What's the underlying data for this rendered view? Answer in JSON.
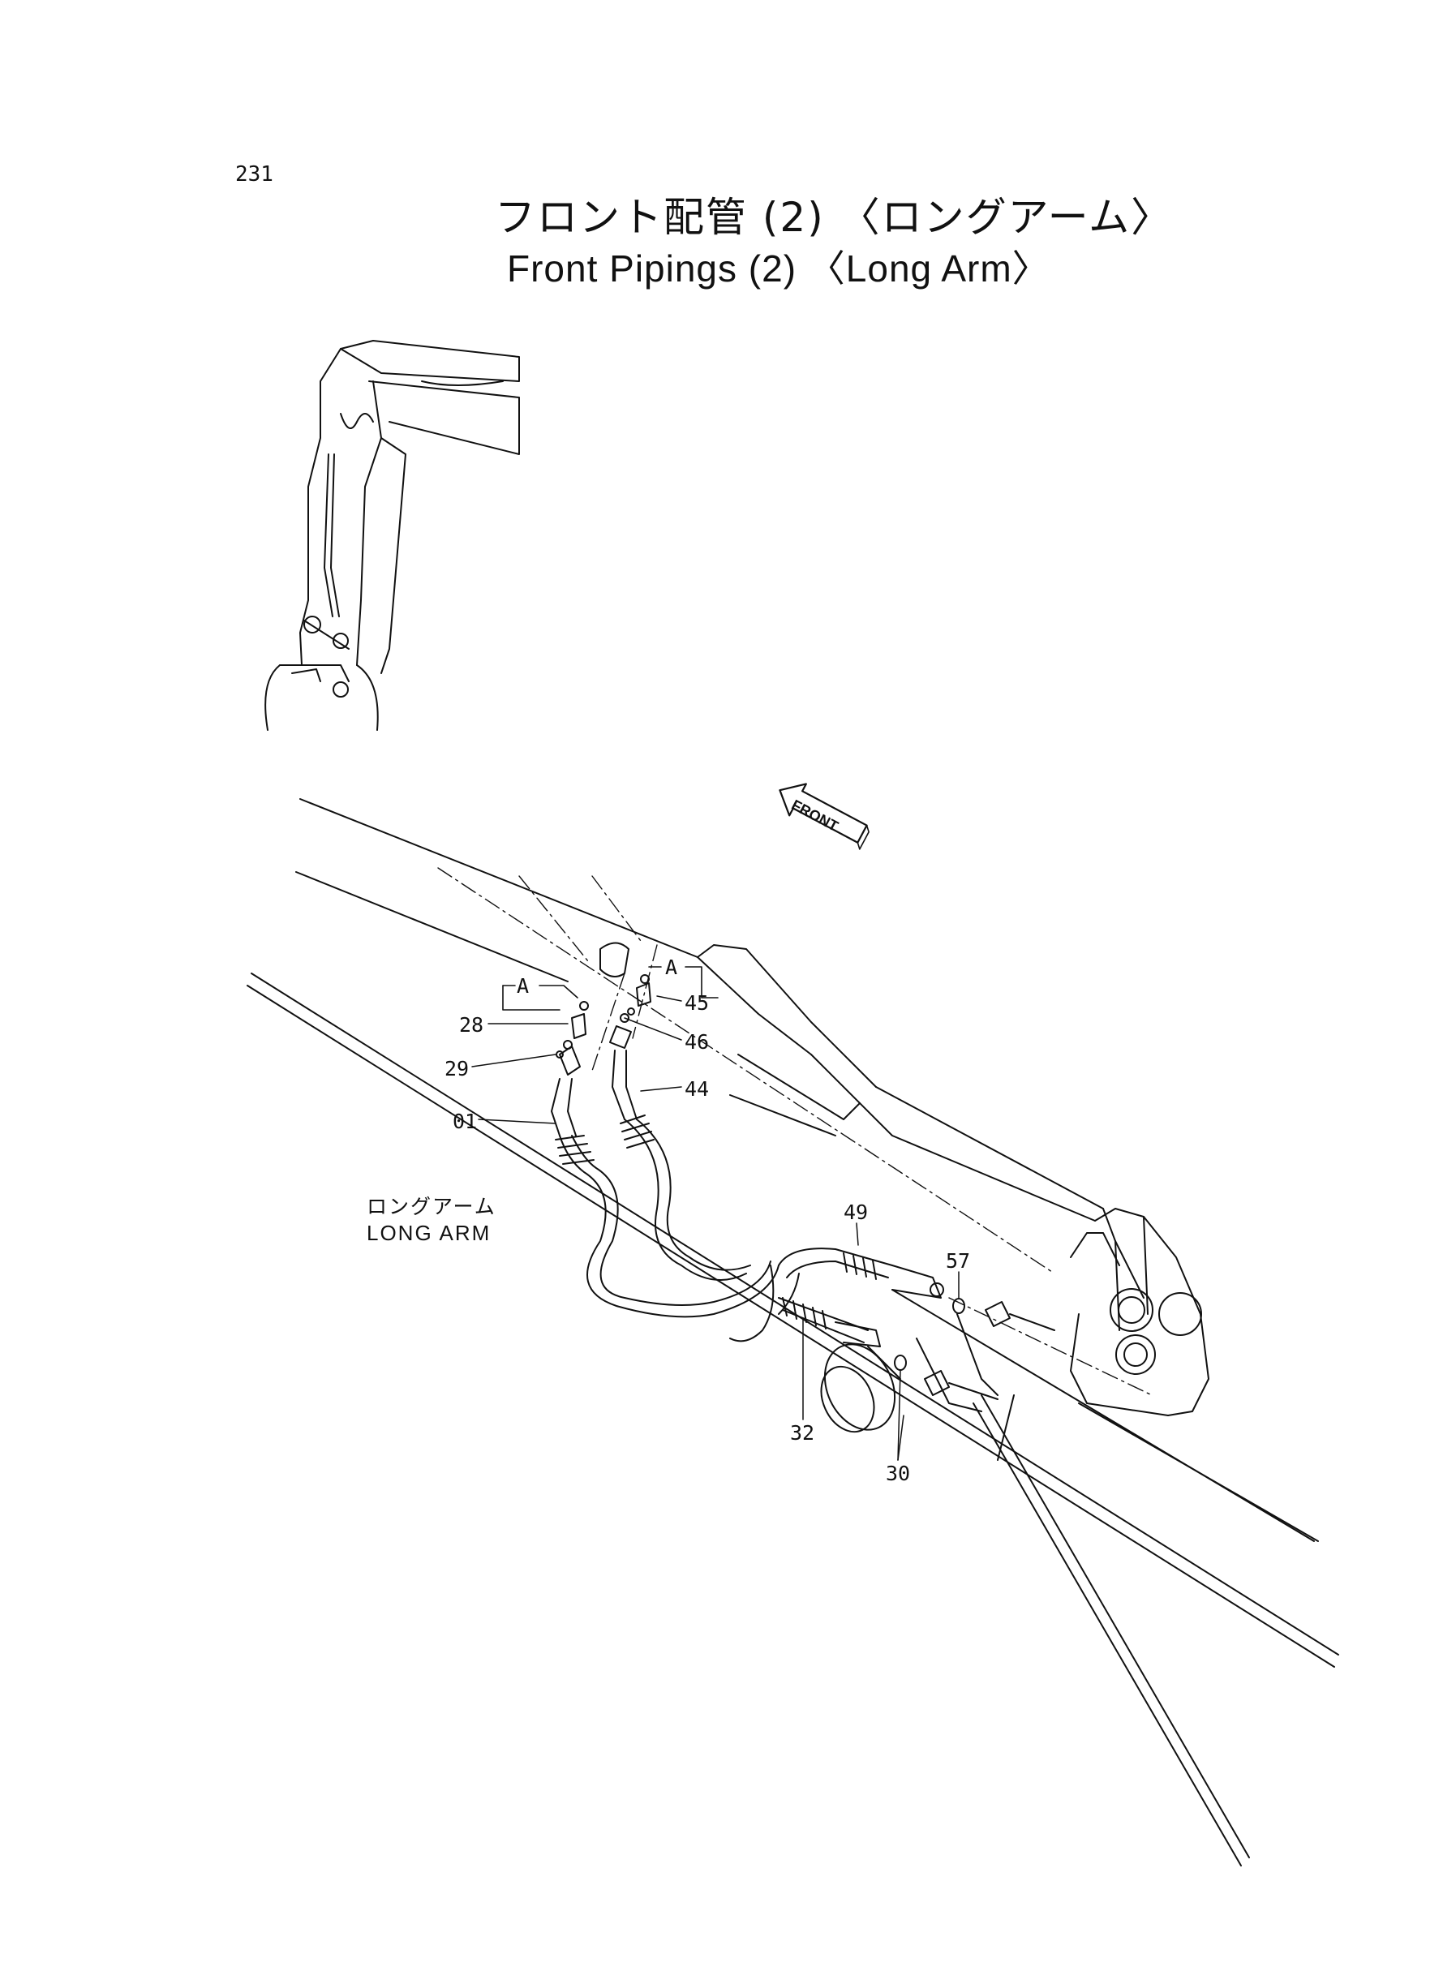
{
  "page_number": "231",
  "title_ja": "フロント配管 (2) 〈ロングアーム〉",
  "title_en": "Front Pipings (2) 〈Long Arm〉",
  "side_label_ja": "ロングアーム",
  "side_label_en": "LONG ARM",
  "direction_label": "FRONT",
  "detail_ref": "A",
  "parts": {
    "p01": "01",
    "p28": "28",
    "p29": "29",
    "p30": "30",
    "p32": "32",
    "p44": "44",
    "p45": "45",
    "p46": "46",
    "p49": "49",
    "p57": "57"
  },
  "colors": {
    "ink": "#111111",
    "paper": "#ffffff"
  }
}
